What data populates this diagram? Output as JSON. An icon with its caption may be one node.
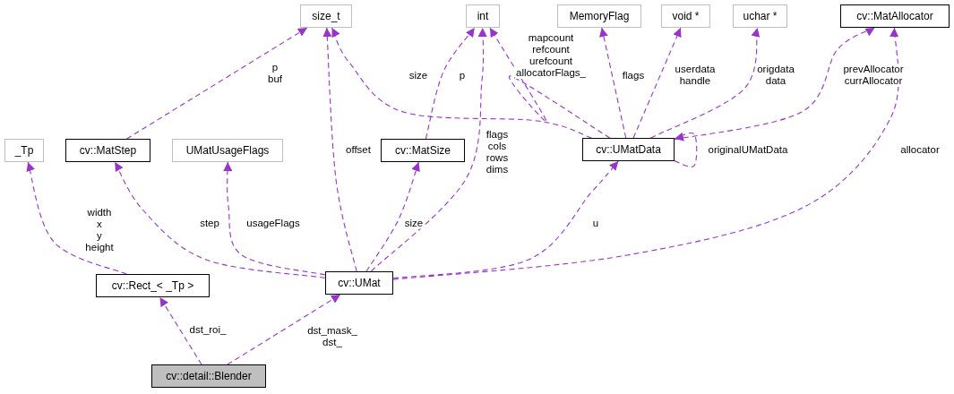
{
  "diagram": {
    "nodes": [
      {
        "text": [
          "size_t"
        ]
      },
      {
        "text": [
          "int"
        ]
      },
      {
        "text": [
          "MemoryFlag"
        ]
      },
      {
        "text": [
          "void *"
        ]
      },
      {
        "text": [
          "uchar *"
        ]
      },
      {
        "text": [
          "cv::MatAllocator"
        ]
      },
      {
        "text": [
          "_Tp"
        ]
      },
      {
        "text": [
          "cv::MatStep"
        ]
      },
      {
        "text": [
          "UMatUsageFlags"
        ]
      },
      {
        "text": [
          "cv::MatSize"
        ]
      },
      {
        "text": [
          "cv::UMatData"
        ]
      },
      {
        "text": [
          "cv::Rect_< _Tp >"
        ]
      },
      {
        "text": [
          "cv::UMat"
        ]
      },
      {
        "text": [
          "cv::detail::Blender"
        ]
      }
    ],
    "edges": [
      {
        "from": 12,
        "to": 10,
        "arrow": "to",
        "style": "dashed",
        "label": "u"
      },
      {
        "from": 12,
        "to": 5,
        "arrow": "to",
        "style": "dashed",
        "label": "allocator"
      },
      {
        "from": 12,
        "to": 1,
        "arrow": "to",
        "style": "dashed",
        "label": "flags cols rows dims"
      },
      {
        "from": 12,
        "to": 0,
        "arrow": "to",
        "style": "dashed",
        "label": "offset"
      },
      {
        "from": 12,
        "to": 9,
        "arrow": "to",
        "style": "dashed",
        "label": "size"
      },
      {
        "from": 12,
        "to": 8,
        "arrow": "to",
        "style": "dashed",
        "label": "usageFlags"
      },
      {
        "from": 12,
        "to": 7,
        "arrow": "to",
        "style": "dashed",
        "label": "step"
      },
      {
        "from": 7,
        "to": 0,
        "arrow": "to",
        "style": "dashed",
        "label": "p buf"
      },
      {
        "from": 9,
        "to": 1,
        "arrow": "to",
        "style": "dashed",
        "label": "p"
      },
      {
        "from": 10,
        "to": 0,
        "arrow": "to",
        "style": "dashed",
        "label": "size"
      },
      {
        "from": 10,
        "to": 1,
        "arrow": "to",
        "style": "dashed",
        "label": "mapcount refcount urefcount allocatorFlags_"
      },
      {
        "from": 10,
        "to": 2,
        "arrow": "to",
        "style": "dashed",
        "label": "flags"
      },
      {
        "from": 10,
        "to": 3,
        "arrow": "to",
        "style": "dashed",
        "label": "userdata handle"
      },
      {
        "from": 10,
        "to": 4,
        "arrow": "to",
        "style": "dashed",
        "label": "origdata data"
      },
      {
        "from": 10,
        "to": 5,
        "arrow": "to",
        "style": "dashed",
        "label": "prevAllocator currAllocator"
      },
      {
        "from": 10,
        "to": 10,
        "arrow": "to",
        "style": "dashed",
        "label": "originalUMatData"
      },
      {
        "from": 11,
        "to": 6,
        "arrow": "to",
        "style": "dashed",
        "label": "width x y height"
      },
      {
        "from": 13,
        "to": 11,
        "arrow": "to",
        "style": "dashed",
        "label": "dst_roi_"
      },
      {
        "from": 13,
        "to": 12,
        "arrow": "to",
        "style": "dashed",
        "label": "dst_mask_ dst_"
      }
    ]
  }
}
